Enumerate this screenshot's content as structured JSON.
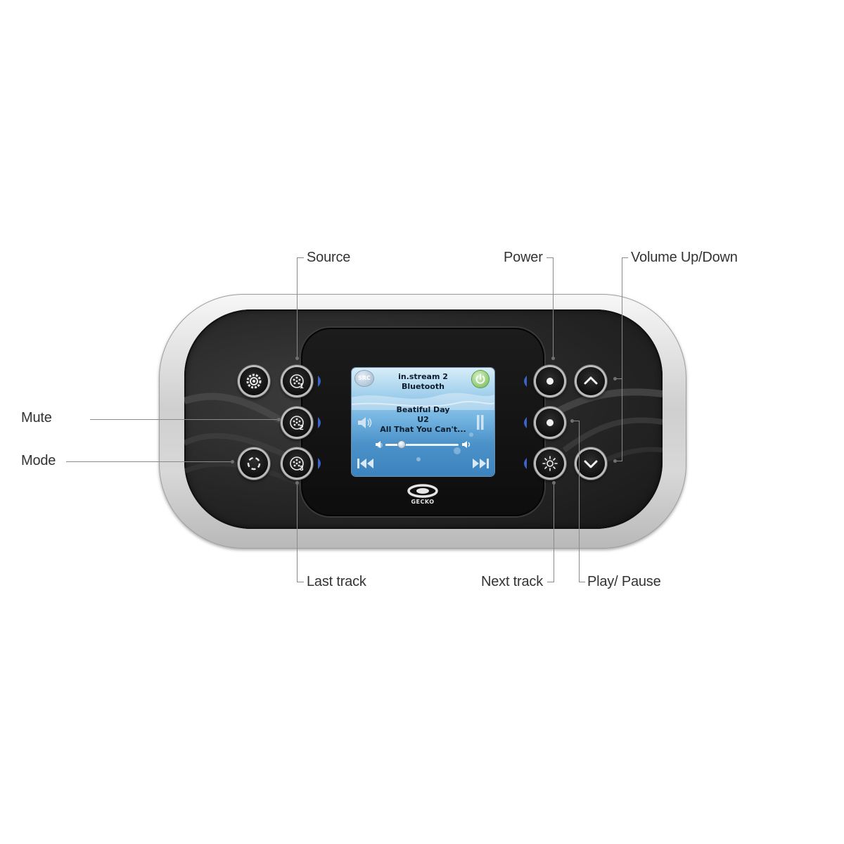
{
  "callouts": {
    "source": "Source",
    "power": "Power",
    "volume": "Volume Up/Down",
    "mute": "Mute",
    "mode": "Mode",
    "last_track": "Last track",
    "next_track": "Next track",
    "play_pause": "Play/ Pause"
  },
  "screen": {
    "source_badge": "SRC",
    "device_name": "in.stream 2",
    "connection": "Bluetooth",
    "song_title": "Beatiful Day",
    "artist": "U2",
    "album": "All That You Can't...",
    "volume_level": 0.22
  },
  "panel": {
    "brand": "GECKO",
    "left_buttons": [
      {
        "icon": "settings-gear-icon"
      },
      {
        "icon": "pump-1-icon",
        "number": "1"
      },
      {
        "icon": "pump-2-icon",
        "number": "2"
      },
      {
        "icon": "mode-cycle-icon"
      },
      {
        "icon": "pump-3-icon",
        "number": "3"
      }
    ],
    "right_buttons": [
      {
        "icon": "power-dot-icon"
      },
      {
        "icon": "chevron-up-icon"
      },
      {
        "icon": "play-pause-dot-icon"
      },
      {
        "icon": "light-icon"
      },
      {
        "icon": "chevron-down-icon"
      }
    ]
  },
  "colors": {
    "led_blue": "#3b63c9",
    "power_green": "#6fb74d",
    "panel_black": "#1e1e1e"
  }
}
